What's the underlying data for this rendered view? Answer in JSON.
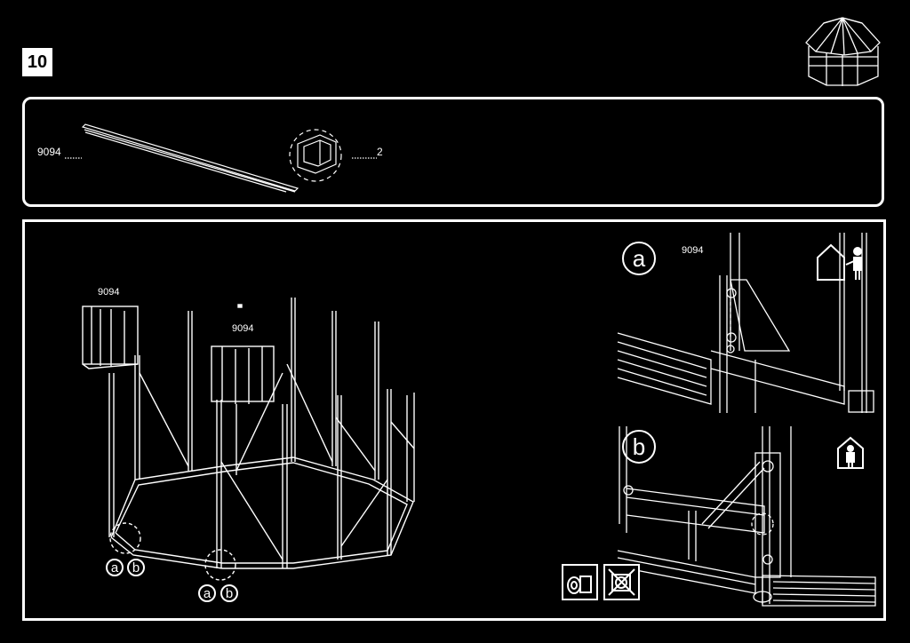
{
  "step": {
    "number": "10"
  },
  "parts": {
    "part_code": "9094",
    "quantity": "2"
  },
  "main": {
    "label_left": "9094",
    "label_center": "9094",
    "detail_a_letter": "a",
    "detail_a_code": "9094",
    "detail_b_letter": "b",
    "callout_1_a": "a",
    "callout_1_b": "b",
    "callout_2_a": "a",
    "callout_2_b": "b"
  },
  "icons": {
    "header": "gazebo-thumbnail-icon",
    "person_outside": "person-outside-house-icon",
    "person_inside": "person-inside-house-icon",
    "tool_allowed": "screw-tool-icon",
    "tool_forbidden": "screw-tool-forbidden-icon"
  }
}
